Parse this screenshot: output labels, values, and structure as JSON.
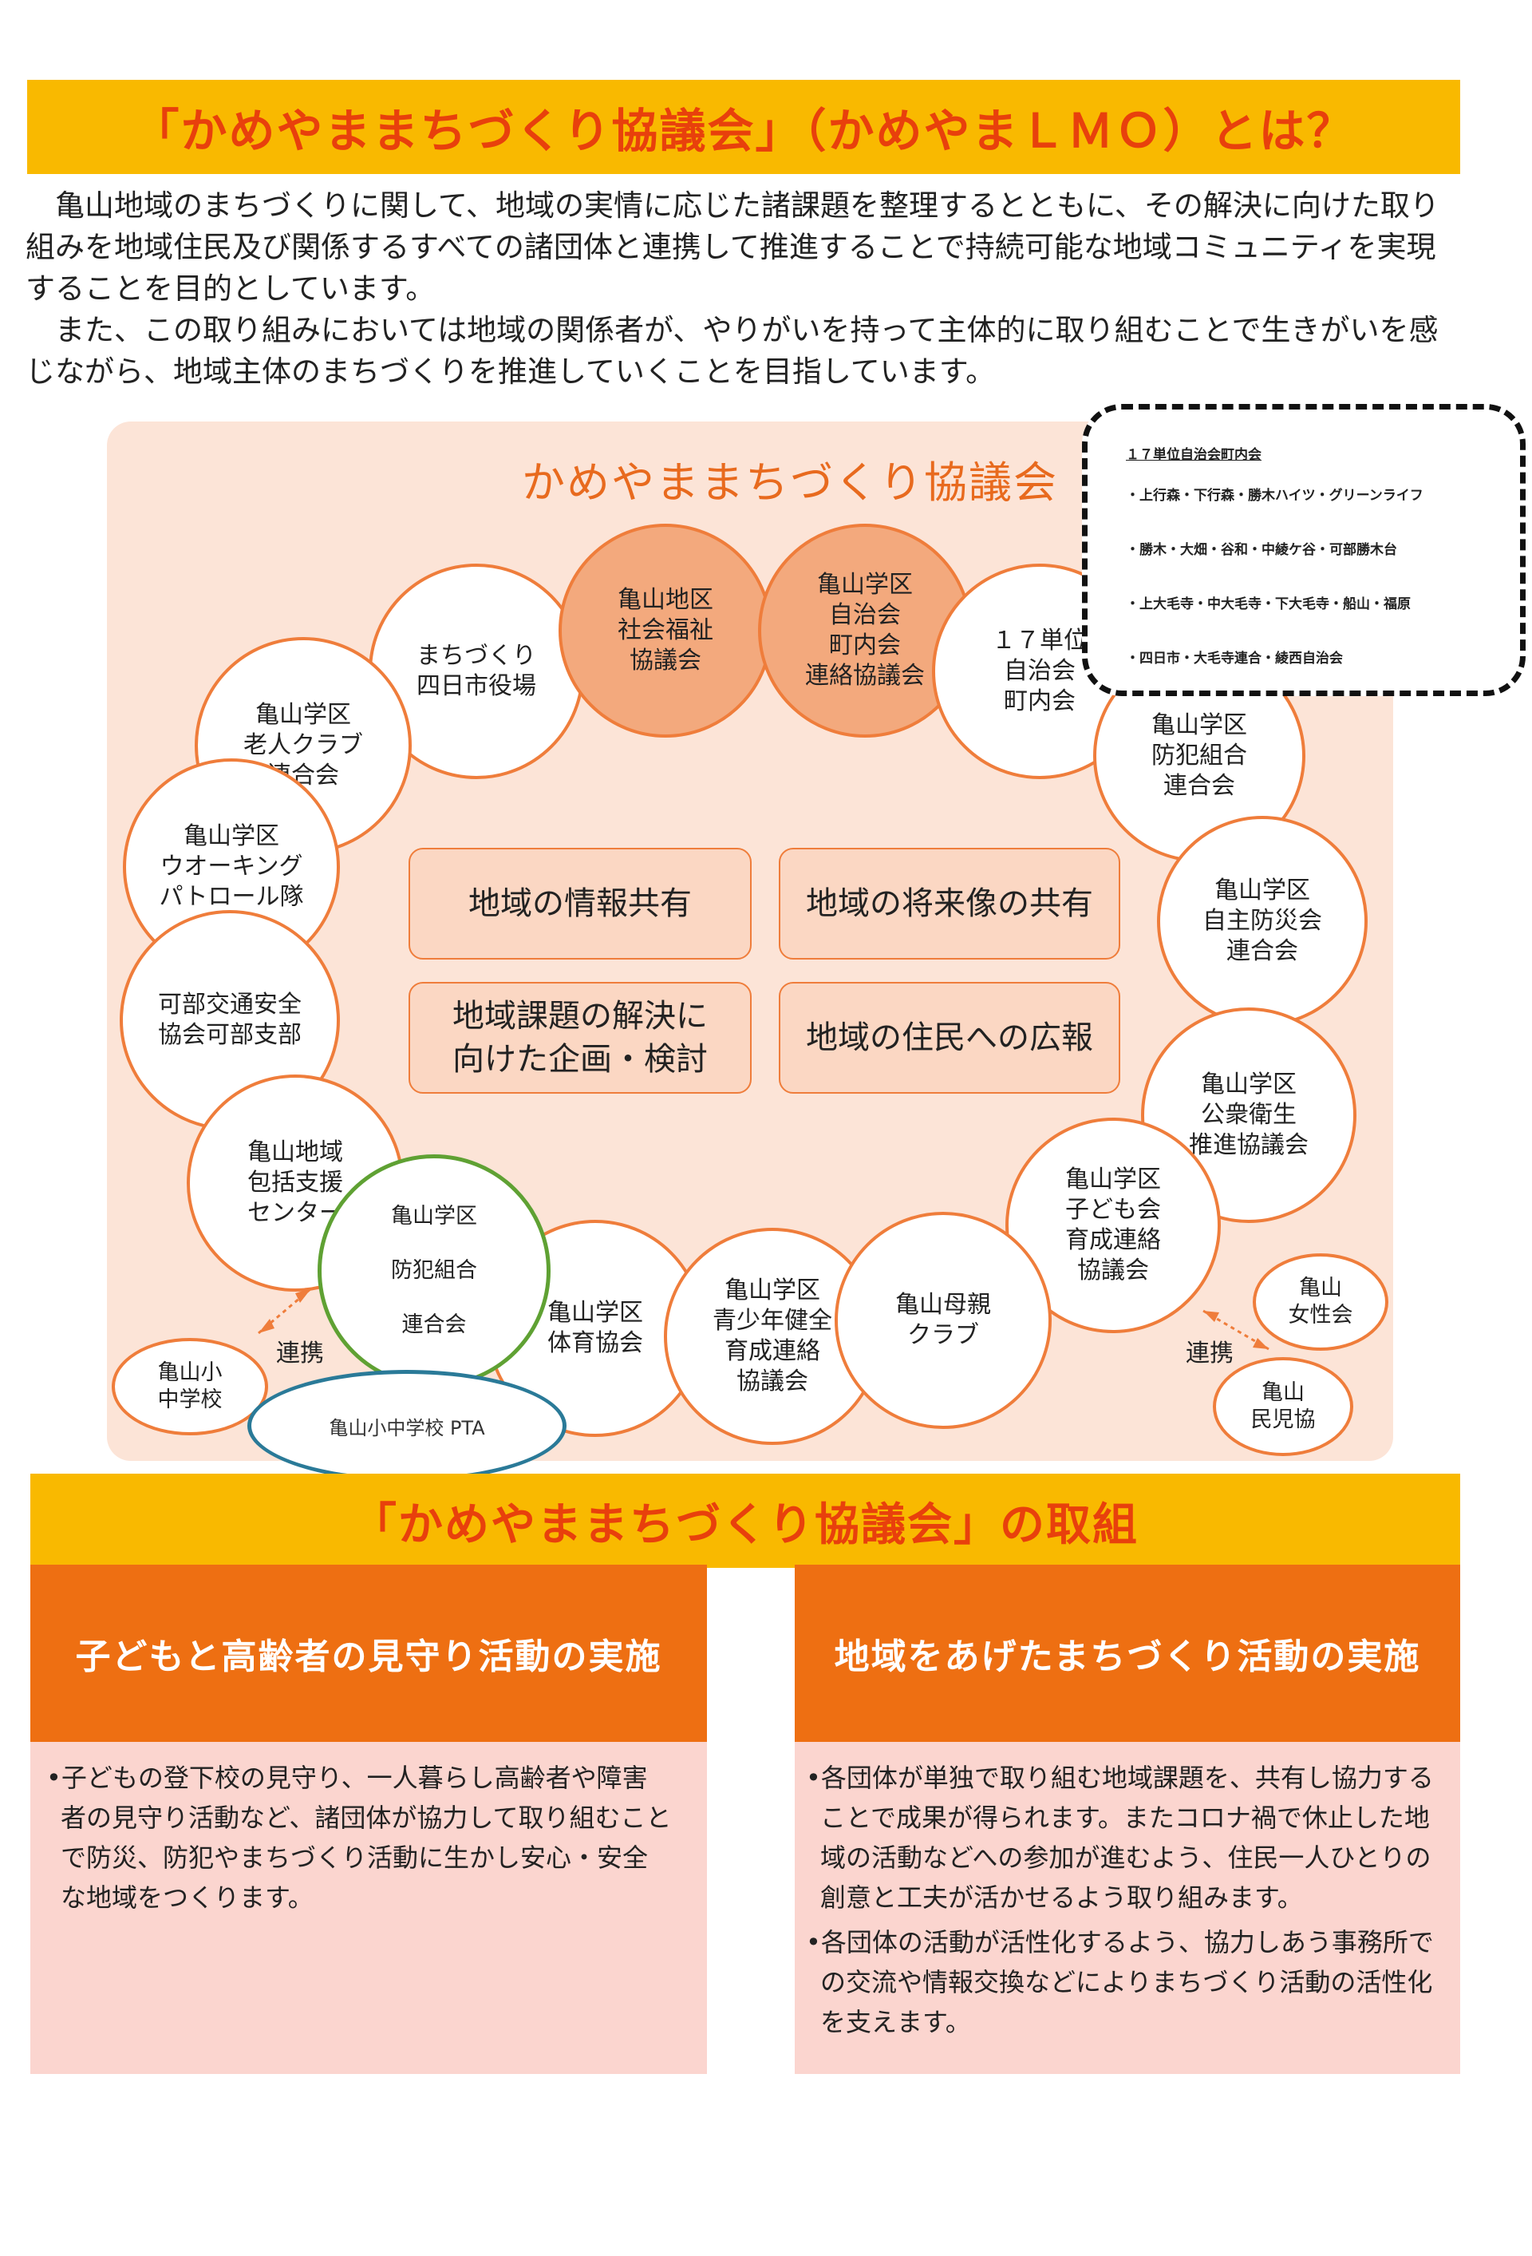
{
  "title": "「かめやままちづくり協議会」（かめやまＬＭＯ）とは？",
  "intro": {
    "p1": "　亀山地域のまちづくりに関して、地域の実情に応じた諸課題を整理するとともに、その解決に向けた取り組みを地域住民及び関係するすべての諸団体と連携して推進することで持続可能な地域コミュニティを実現することを目的としています。",
    "p2": "　また、この取り組みにおいては地域の関係者が、やりがいを持って主体的に取り組むことで生きがいを感じながら、地域主体のまちづくりを推進していくことを目指しています。"
  },
  "diagram": {
    "title": "かめやままちづくり協議会",
    "organizations": [
      "亀山地区\n社会福祉\n協議会",
      "亀山学区\n自治会\n町内会\n連絡協議会",
      "まちづくり\n四日市役場",
      "１７単位\n自治会\n町内会",
      "亀山学区\n老人クラブ\n連合会",
      "亀山学区\n防犯組合\n連合会",
      "亀山学区\nウオーキング\nパトロール隊",
      "亀山学区\n自主防災会\n連合会",
      "可部交通安全\n協会可部支部",
      "亀山学区\n公衆衛生\n推進協議会",
      "亀山地域\n包括支援\nセンター",
      "亀山学区\n子ども会\n育成連絡\n協議会",
      "亀山学区\n\n防犯組合\n\n連合会",
      "亀山学区\n体育協会",
      "亀山学区\n青少年健全\n育成連絡\n協議会",
      "亀山母親\nクラブ"
    ],
    "topics": [
      "地域の情報共有",
      "地域の将来像の共有",
      "地域課題の解決に\n向けた企画・検討",
      "地域の住民への広報"
    ],
    "partners": {
      "school": "亀山小\n中学校",
      "pta": "亀山小中学校 PTA",
      "womens": "亀山\n女性会",
      "minjikyo": "亀山\n民児協",
      "link_left": "連携",
      "link_right": "連携"
    },
    "units_box": {
      "heading": "１７単位自治会町内会",
      "lines": [
        "・上行森・下行森・勝木ハイツ・グリーンライフ",
        "・勝木・大畑・谷和・中綾ケ谷・可部勝木台",
        "・上大毛寺・中大毛寺・下大毛寺・船山・福原",
        "・四日市・大毛寺連合・綾西自治会"
      ]
    }
  },
  "section2": {
    "title": "「かめやままちづくり協議会」の取組",
    "left": {
      "heading": "子どもと高齢者の見守り活動の実施",
      "bullets": [
        "•子どもの登下校の見守り、一人暮らし高齢者や障害者の見守り活動など、諸団体が協力して取り組むことで防災、防犯やまちづくり活動に生かし安心・安全な地域をつくります。"
      ]
    },
    "right": {
      "heading": "地域をあげたまちづくり活動の実施",
      "bullets": [
        "•各団体が単独で取り組む地域課題を、共有し協力することで成果が得られます。またコロナ禍で休止した地域の活動などへの参加が進むよう、住民一人ひとりの創意と工夫が活かせるよう取り組みます。",
        "•各団体の活動が活性化するよう、協力しあう事務所での交流や情報交換などによりまちづくり活動の活性化を支えます。"
      ]
    }
  },
  "colors": {
    "banner": "#f9b900",
    "banner_text": "#e8400c",
    "diagram_bg": "#fce4d7",
    "circle_border": "#ef7d3b",
    "circle_fill": "#f3a97d",
    "green_border": "#5fa133",
    "pta_border": "#2a7a98",
    "column_head": "#ee6f12",
    "column_body": "#fbd5cf"
  }
}
